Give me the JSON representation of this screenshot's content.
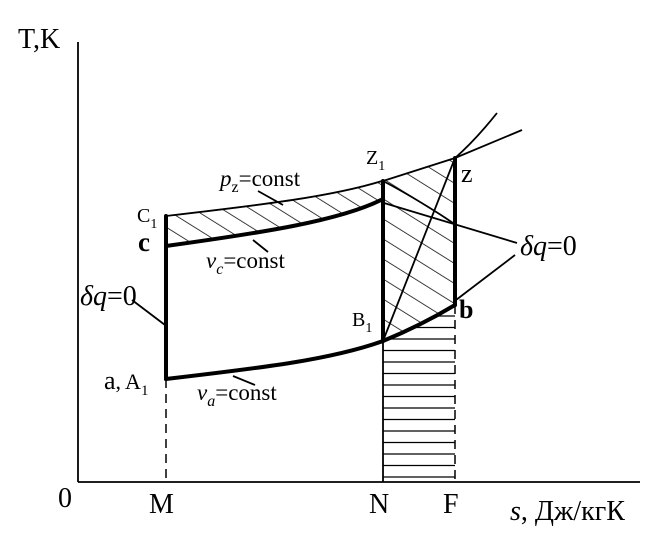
{
  "axes": {
    "y_label": "T,K",
    "x_label_symbol": "s",
    "x_label_units": ", Дж/кгК",
    "origin": "0",
    "tick_m": "M",
    "tick_n": "N",
    "tick_f": "F"
  },
  "points": {
    "a_main": "a",
    "a_comma": ",",
    "a1_letter": "A",
    "a1_sub": "1",
    "c_main": "c",
    "c1_letter": "C",
    "c1_sub": "1",
    "z1_letter": "Z",
    "z1_sub": "1",
    "z_main": "z",
    "b_main": "b",
    "b1_letter": "B",
    "b1_sub": "1"
  },
  "labels": {
    "pz_p": "p",
    "pz_sub": "z",
    "pz_rest": "=const",
    "vc_v": "v",
    "vc_sub": "c",
    "vc_rest": "=const",
    "va_v": "v",
    "va_sub": "a",
    "va_rest": "=const",
    "dq_left_d": "δq",
    "dq_left_rest": "=0",
    "dq_right_d": "δq",
    "dq_right_rest": "=0"
  }
}
